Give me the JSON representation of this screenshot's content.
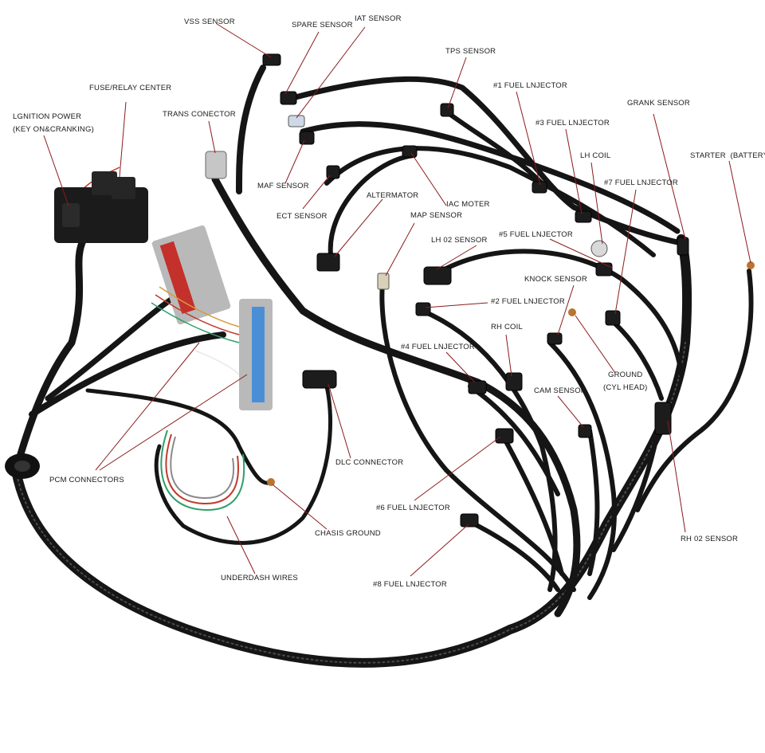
{
  "colors": {
    "leader": "#8a1c1c",
    "cable": "#151515",
    "pcm_red": "#c4302b",
    "pcm_blue": "#4a8fd6",
    "pcm_gray": "#b9b9b9",
    "wire_green": "#2e9e6a",
    "wire_red": "#c0392b",
    "wire_white": "#e8e8e8"
  },
  "labels": {
    "vss_sensor": "VSS SENSOR",
    "spare_sensor": "SPARE SENSOR",
    "iat_sensor": "IAT SENSOR",
    "tps_sensor": "TPS SENSOR",
    "fuel_injector_1": "#1 FUEL LNJECTOR",
    "crank_sensor": "GRANK SENSOR",
    "fuel_injector_3": "#3 FUEL LNJECTOR",
    "lh_coil": "LH COIL",
    "starter_battery": "STARTER  (BATTERY)",
    "fuse_relay_center": "FUSE/RELAY CENTER",
    "ignition_power_line1": "LGNITION POWER",
    "ignition_power_line2": "(KEY ON&CRANKING)",
    "trans_connector": "TRANS CONECTOR",
    "maf_sensor": "MAF SENSOR",
    "ect_sensor": "ECT SENSOR",
    "alternator": "ALTERMATOR",
    "iac_motor": "IAC MOTER",
    "fuel_injector_7": "#7 FUEL LNJECTOR",
    "map_sensor": "MAP SENSOR",
    "fuel_injector_5": "#5 FUEL LNJECTOR",
    "lh_o2_sensor": "LH 02 SENSOR",
    "knock_sensor": "KNOCK SENSOR",
    "fuel_injector_2": "#2 FUEL LNJECTOR",
    "rh_coil": "RH COIL",
    "fuel_injector_4": "#4 FUEL LNJECTOR",
    "ground_line1": "GROUND",
    "ground_line2": "(CYL HEAD)",
    "cam_sensor": "CAM SENSOR",
    "pcm_connectors": "PCM CONNECTORS",
    "dlc_connector": "DLC CONNECTOR",
    "fuel_injector_6": "#6 FUEL LNJECTOR",
    "chassis_ground": "CHASIS GROUND",
    "rh_o2_sensor": "RH 02 SENSOR",
    "underdash_wires": "UNDERDASH WIRES",
    "fuel_injector_8": "#8 FUEL LNJECTOR"
  }
}
